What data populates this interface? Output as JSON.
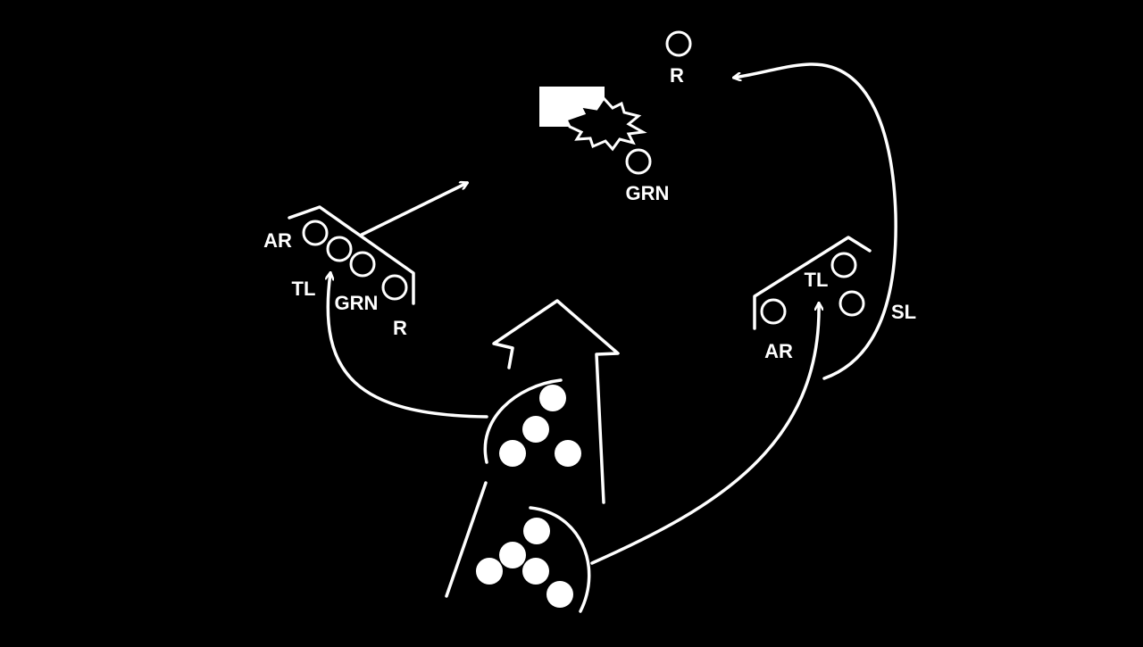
{
  "diagram": {
    "background": "#000000",
    "foreground": "#ffffff",
    "labels": {
      "objective_rifleman": "R",
      "objective_grenadier": "GRN",
      "left_automatic_rifleman": "AR",
      "left_team_leader": "TL",
      "left_grenadier": "GRN",
      "left_rifleman": "R",
      "right_team_leader": "TL",
      "right_automatic_rifleman": "AR",
      "squad_leader": "SL"
    }
  }
}
